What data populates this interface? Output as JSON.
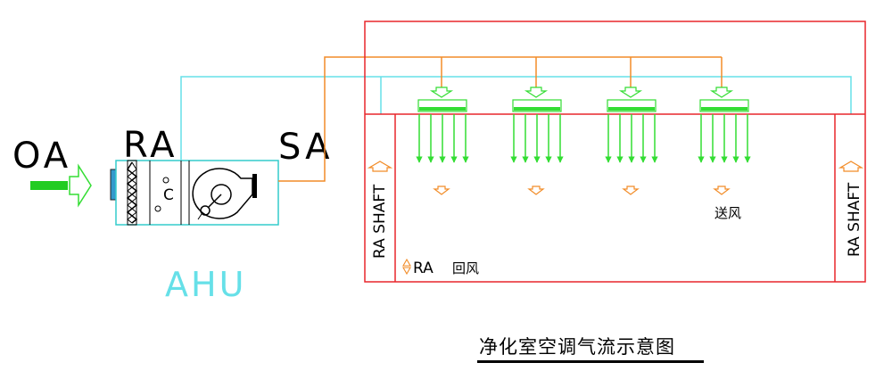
{
  "labels": {
    "oa": "OA",
    "ra": "RA",
    "sa": "SA",
    "ahu": "AHU",
    "ahu_c": "C",
    "ra_shaft_left": "RA SHAFT",
    "ra_shaft_right": "RA SHAFT",
    "ra_legend": "RA",
    "return_air": "回风",
    "supply_air": "送风",
    "title": "净化室空调气流示意图"
  },
  "colors": {
    "room": "#e8262c",
    "supply_duct": "#f28c28",
    "return_duct": "#66e0e8",
    "airflow": "#33dd33",
    "outdoor_air": "#22cc22",
    "ahu_outline": "#33cccc",
    "text": "#000000"
  },
  "icons": {
    "fan": "centrifugal-fan-icon",
    "filter": "zigzag-filter-icon",
    "coil": "cooling-coil-icon",
    "diffuser": "hepa-diffuser-icon"
  }
}
